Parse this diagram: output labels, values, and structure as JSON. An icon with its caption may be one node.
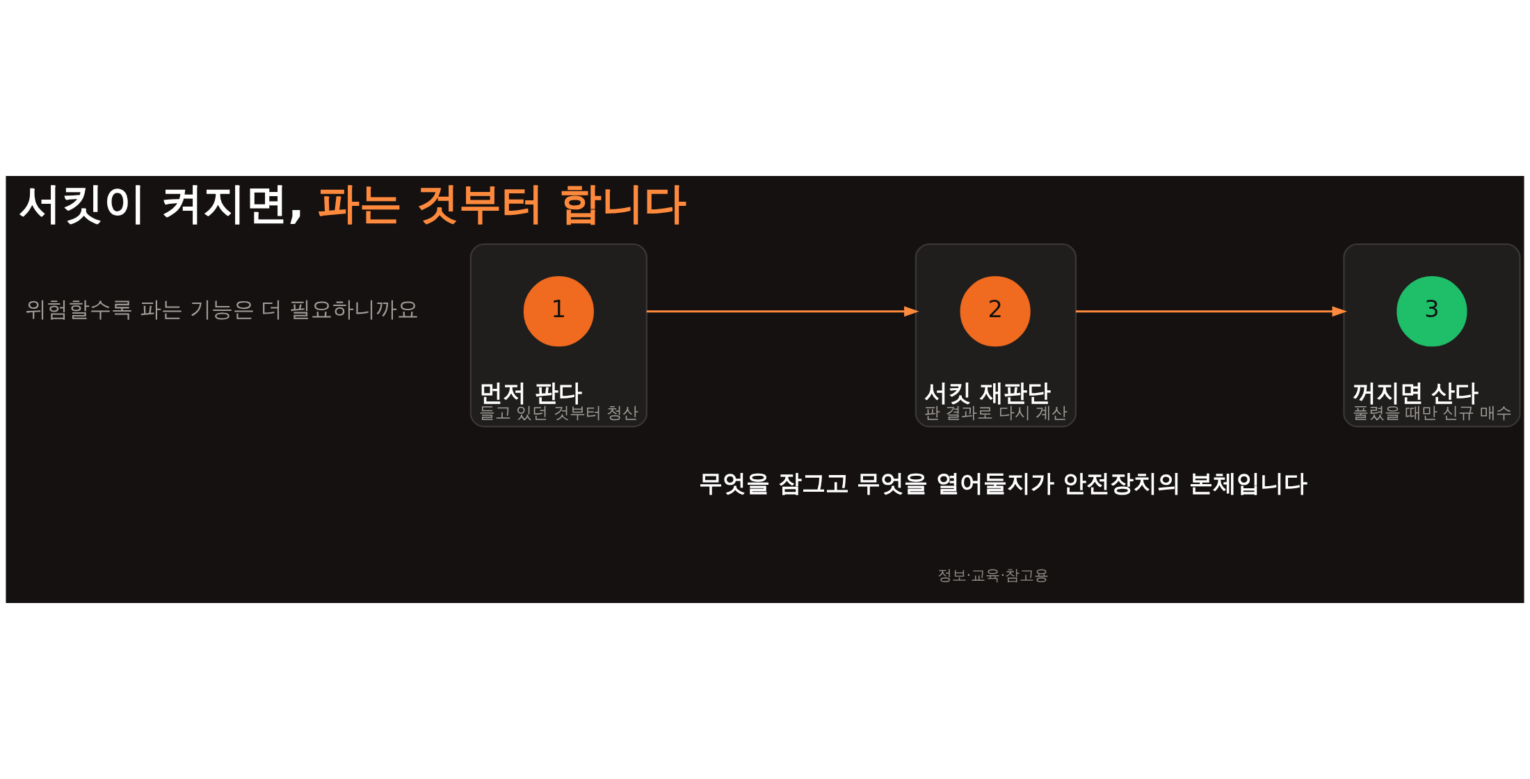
{
  "diagram": {
    "title": "서킷이 켜지면, 파는 것부터 합니다",
    "nodes": [
      {
        "text": [
          "먼저 판다",
          "들고 있던 것부터 청산"
        ]
      },
      {
        "text": [
          "1"
        ],
        "in": 0
      },
      {
        "text": [
          "서킷 재판단",
          "판 결과로 다시 계산"
        ]
      },
      {
        "text": [
          "2"
        ],
        "in": 2
      },
      {
        "text": [
          "꺼지면 산다",
          "풀렸을 때만 신규 매수"
        ]
      },
      {
        "text": [
          "3"
        ],
        "in": 4
      }
    ],
    "edges": [
      {
        "from": 0,
        "to": 2,
        "arrow": "to"
      },
      {
        "from": 2,
        "to": 4,
        "arrow": "to"
      }
    ],
    "labels": [
      "위험할수록 파는 기능은 더 필요하니까요",
      "무엇을 잠그고 무엇을 열어둘지가 안전장치의 본체입니다",
      "정보·교육·참고용"
    ]
  }
}
